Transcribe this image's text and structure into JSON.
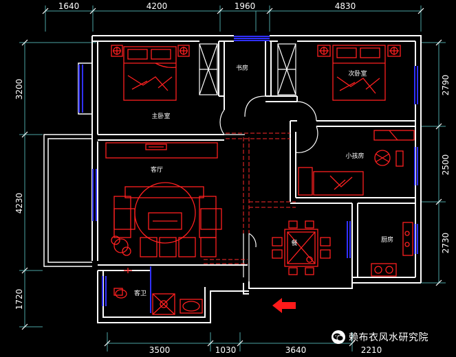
{
  "dimensions": {
    "top": [
      "1640",
      "4200",
      "1960",
      "4830"
    ],
    "bottom": [
      "3500",
      "1030",
      "3640",
      "2210"
    ],
    "left": [
      "3200",
      "4230",
      "1720"
    ],
    "right": [
      "2790",
      "2500",
      "2730"
    ]
  },
  "rooms": {
    "master_bedroom": "主卧室",
    "study": "书房",
    "second_bedroom": "次卧室",
    "living_room": "客厅",
    "kids_room": "小孩房",
    "kitchen": "厨房",
    "dining": "餐",
    "guest_bath": "客卫"
  },
  "watermark": {
    "text": "赖布衣风水研究院",
    "icon": "wechat-icon"
  },
  "colors": {
    "background": "#000000",
    "walls": "#ffffff",
    "furniture": "#ff2020",
    "windows": "#2a2aff",
    "dimension_lines": "#4da3a3",
    "entry_arrow": "#ff1a1a"
  }
}
